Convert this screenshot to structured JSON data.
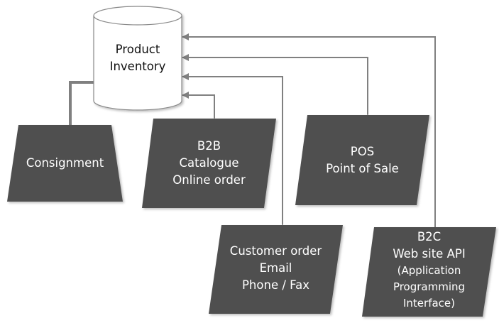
{
  "diagram": {
    "type": "inventory-flow",
    "colors": {
      "node_fill": "#505050",
      "node_text": "#ffffff",
      "database_fill": "#ffffff",
      "database_stroke": "#8a8a8a",
      "connector": "#808080"
    },
    "database": {
      "id": "product-inventory",
      "lines": [
        "Product",
        "Inventory"
      ]
    },
    "nodes": [
      {
        "id": "consignment",
        "shape": "trapezoid",
        "lines": [
          "Consignment"
        ]
      },
      {
        "id": "b2b",
        "shape": "parallelogram",
        "lines": [
          "B2B",
          "Catalogue",
          "Online order"
        ]
      },
      {
        "id": "pos",
        "shape": "parallelogram",
        "lines": [
          "POS",
          "Point of Sale"
        ]
      },
      {
        "id": "customer-order",
        "shape": "parallelogram",
        "lines": [
          "Customer order",
          "Email",
          "Phone / Fax"
        ]
      },
      {
        "id": "b2c",
        "shape": "parallelogram",
        "lines": [
          "B2C",
          "Web site API",
          "(Application",
          "Programming",
          "Interface)"
        ]
      }
    ],
    "edges": [
      {
        "from": "consignment",
        "to": "product-inventory",
        "arrows": "none"
      },
      {
        "from": "b2b",
        "to": "product-inventory",
        "arrows": "both"
      },
      {
        "from": "customer-order",
        "to": "product-inventory",
        "arrows": "both"
      },
      {
        "from": "pos",
        "to": "product-inventory",
        "arrows": "both"
      },
      {
        "from": "b2c",
        "to": "product-inventory",
        "arrows": "both"
      }
    ]
  }
}
